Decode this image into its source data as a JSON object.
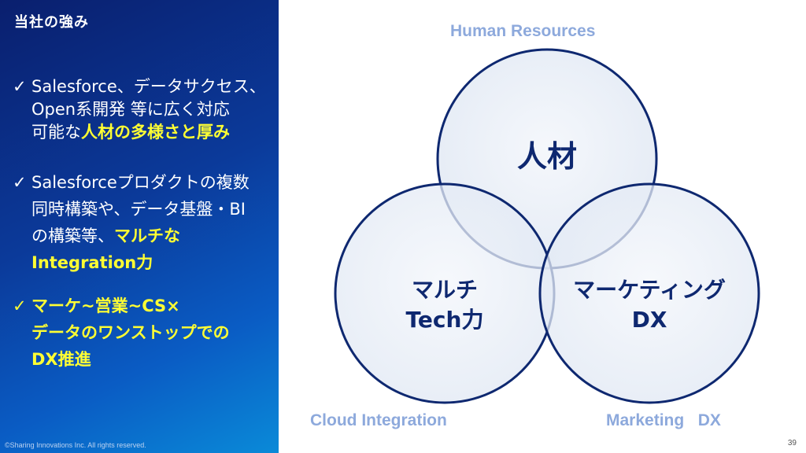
{
  "panel": {
    "title": "当社の強み",
    "bullets": [
      {
        "check": "✓",
        "line1": "Salesforce、データサクセス、",
        "line2": "Open系開発 等に広く対応",
        "line3_plain": "可能な",
        "line3_highlight": "人材の多様さと厚み"
      },
      {
        "check": "✓",
        "line1": "Salesforceプロダクトの複数",
        "line2": "同時構築や、データ基盤・BI",
        "line3_plain": "の構築等、",
        "line3_highlight": "マルチな",
        "line4_highlight": "Integration力"
      },
      {
        "check": "✓",
        "line1": "マーケ~営業~CS×",
        "line2": "データのワンストップでの",
        "line3": "DX推進"
      }
    ]
  },
  "venn": {
    "top_outer_label": "Human Resources",
    "left_outer_label": "Cloud Integration",
    "right_outer_label": "Marketing   DX",
    "top_circle": "人材",
    "left_circle_line1": "マルチ",
    "left_circle_line2": "Tech力",
    "right_circle_line1": "マーケティング",
    "right_circle_line2": "DX"
  },
  "footer": {
    "copyright": "©Sharing Innovations Inc. All rights reserved.",
    "page_number": "39"
  },
  "colors": {
    "panel_dark": "#0a1f6e",
    "panel_light": "#0a8ad8",
    "highlight": "#ffff33",
    "circle_stroke": "#0e2870",
    "circle_fill": "#e7edf7",
    "outer_label": "#8da9dc"
  }
}
